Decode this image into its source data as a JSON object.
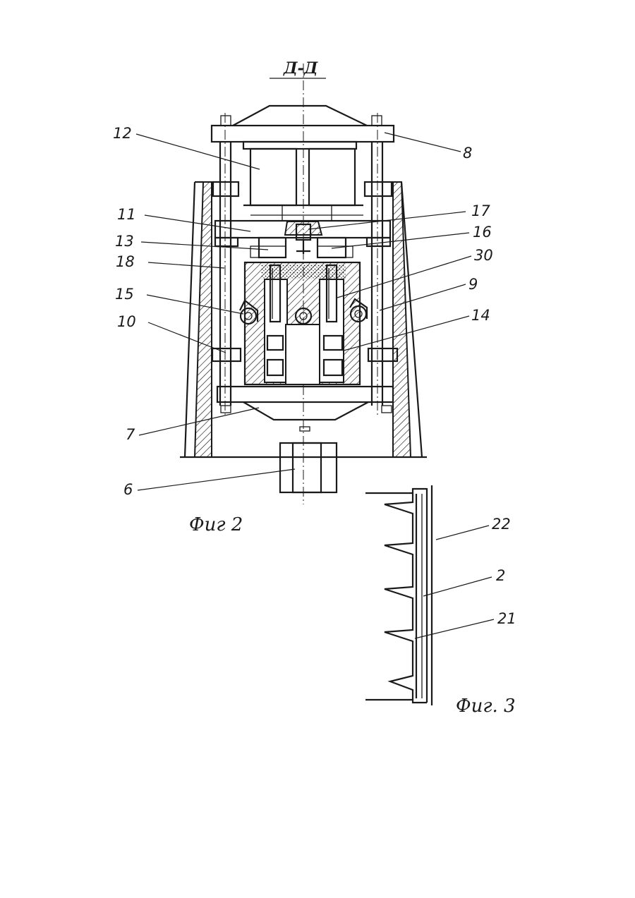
{
  "section_label": "Д-Д",
  "figures": [
    {
      "caption": "Фиг 2"
    },
    {
      "caption": "Фиг. 3"
    }
  ],
  "fig2_labels": [
    "12",
    "8",
    "11",
    "17",
    "13",
    "16",
    "18",
    "30",
    "15",
    "9",
    "10",
    "14",
    "7",
    "6"
  ],
  "fig3_labels": [
    "22",
    "2",
    "21"
  ]
}
